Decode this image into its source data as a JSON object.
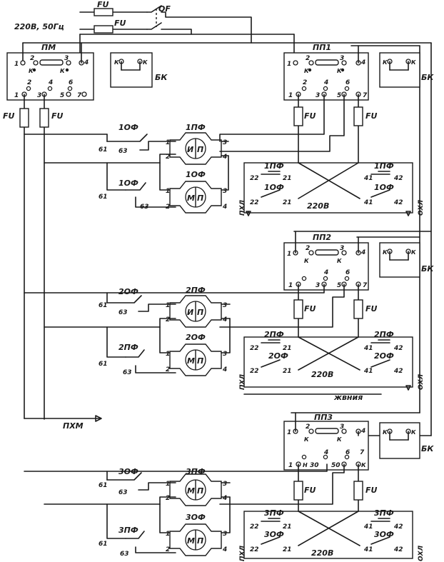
{
  "supply": {
    "voltage": "220В, 50Гц",
    "fuse1": "FU",
    "fuse2": "FU",
    "breaker": "QF"
  },
  "pm": {
    "name": "ПМ",
    "bk": "БК",
    "t1": "1",
    "t2": "2",
    "t3": "3",
    "t4": "4",
    "t5": "5",
    "t6": "6",
    "t7": "7",
    "t4b": "4",
    "k": "К",
    "k2": "К",
    "kk1": "К",
    "kk2": "К",
    "fu_l": "FU",
    "fu_r": "FU"
  },
  "pp1": {
    "name": "ПП1",
    "bk": "БК",
    "t1": "1",
    "t2": "2",
    "t3": "3",
    "t4": "4",
    "t6": "6",
    "t5": "5",
    "t7": "7",
    "t2b": "2",
    "t4b": "4",
    "k": "К",
    "k2": "К",
    "kk1": "К",
    "kk2": "К",
    "fu_l": "FU",
    "fu_r": "FU"
  },
  "pp2": {
    "name": "ПП2",
    "bk": "БК",
    "t1": "1",
    "t2": "2",
    "t3": "3",
    "t4": "4",
    "t6": "6",
    "t5": "5",
    "t7": "7",
    "t4b": "4",
    "k": "К",
    "k2": "К",
    "kk1": "К",
    "kk2": "К",
    "fu_l": "FU",
    "fu_r": "FU"
  },
  "pp3": {
    "name": "ПП3",
    "bk": "БК",
    "t1": "1",
    "t2": "2",
    "t3": "3",
    "t4": "4",
    "t6": "6",
    "t7": "7",
    "t30": "30",
    "t50": "50",
    "k": "К",
    "k2": "К",
    "kk1": "К",
    "kk2": "К",
    "h": "Н",
    "k3": "К",
    "fu_l": "FU",
    "fu_r": "FU"
  },
  "g1": {
    "of_a": "1ОФ",
    "of_b": "1ОФ",
    "pf_top": "1ПФ",
    "of_top": "1ОФ",
    "s61a": "61",
    "s63a": "63",
    "s61b": "61",
    "s63b": "63",
    "m1": {
      "a": "1",
      "b": "2",
      "c": "3",
      "d": "4"
    },
    "m2": {
      "a": "1",
      "b": "2",
      "c": "3",
      "d": "4"
    },
    "rev": {
      "pf_l": "1ПФ",
      "pf_r": "1ПФ",
      "of_l": "1ОФ",
      "of_r": "1ОФ",
      "n22a": "22",
      "n21a": "21",
      "n22b": "22",
      "n21b": "21",
      "n41a": "41",
      "n42a": "42",
      "n41b": "41",
      "n42b": "42",
      "v": "220В",
      "pxl": "ПХЛ",
      "oxl": "ОХЛ"
    }
  },
  "g2": {
    "of_a": "2ОФ",
    "of_b": "2ПФ",
    "pf_top": "2ПФ",
    "of_top": "2ОФ",
    "s61a": "61",
    "s63a": "63",
    "s61b": "61",
    "s63b": "63",
    "m1": {
      "a": "1",
      "b": "2",
      "c": "3",
      "d": "4"
    },
    "m2": {
      "a": "1",
      "b": "2",
      "c": "3",
      "d": "4"
    },
    "rev": {
      "pf_l": "2ПФ",
      "pf_r": "2ПФ",
      "of_l": "2ОФ",
      "of_r": "2ОФ",
      "n22a": "22",
      "n21a": "21",
      "n22b": "22",
      "n21b": "21",
      "n41a": "41",
      "n42a": "42",
      "n41b": "41",
      "n42b": "42",
      "v": "220В",
      "pxl": "ПХЛ",
      "oxl": "ОХЛ"
    }
  },
  "g3": {
    "of_a": "3ОФ",
    "of_b": "3ПФ",
    "pf_top": "3ПФ",
    "of_top": "3ОФ",
    "s61a": "61",
    "s63a": "63",
    "s61b": "61",
    "s63b": "63",
    "m1": {
      "a": "1",
      "b": "2",
      "c": "3",
      "d": "4"
    },
    "m2": {
      "a": "1",
      "b": "2",
      "c": "3",
      "d": "4"
    },
    "rev": {
      "pf_l": "3ПФ",
      "pf_r": "3ПФ",
      "of_l": "3ОФ",
      "of_r": "3ОФ",
      "n22a": "22",
      "n21a": "21",
      "n22b": "22",
      "n21b": "21",
      "n41a": "41",
      "n42a": "42",
      "n41b": "41",
      "n42b": "42",
      "v": "220В",
      "pxl": "ПХЛ",
      "oxl": "ОХЛ"
    }
  },
  "motor": {
    "i": "И",
    "p": "П",
    "m": "М"
  },
  "misc": {
    "pxm": "ПХМ",
    "note": "жвния"
  }
}
